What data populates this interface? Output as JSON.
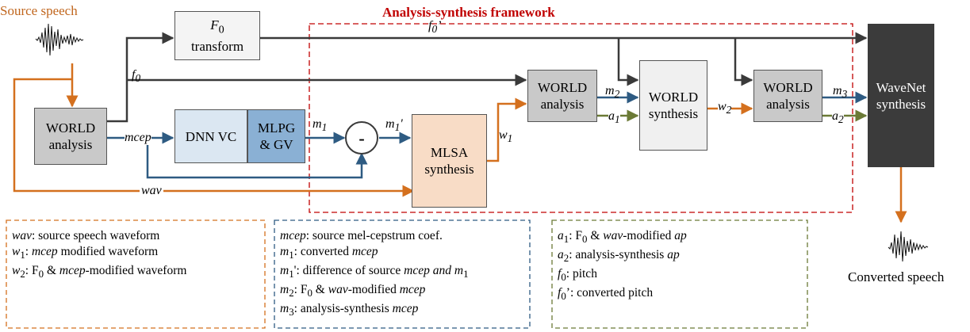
{
  "source_title": "Source speech",
  "converted_title": "Converted speech",
  "framework_title": "Analysis-synthesis framework",
  "boxes": {
    "f0_transform": {
      "line1": "F",
      "sub": "0",
      "line2": "transform"
    },
    "world_analysis_left": {
      "line1": "WORLD",
      "line2": "analysis"
    },
    "dnn_vc": "DNN VC",
    "mlpg_gv": {
      "line1": "MLPG",
      "line2": "& GV"
    },
    "minus": "-",
    "mlsa": {
      "line1": "MLSA",
      "line2": "synthesis"
    },
    "world_analysis_mid": {
      "line1": "WORLD",
      "line2": "analysis"
    },
    "world_synthesis": {
      "line1": "WORLD",
      "line2": "synthesis"
    },
    "world_analysis_right": {
      "line1": "WORLD",
      "line2": "analysis"
    },
    "wavenet": {
      "line1": "WaveNet",
      "line2": "synthesis"
    }
  },
  "signals": {
    "f0": "f",
    "f0_sub": "0",
    "f0p": "f",
    "f0p_sub": "0",
    "f0p_tail": "’",
    "mcep": "mcep",
    "m1": "m",
    "m1_sub": "1",
    "m1p": "m",
    "m1p_sub": "1",
    "m1p_tail": "'",
    "w1": "w",
    "w1_sub": "1",
    "m2": "m",
    "m2_sub": "2",
    "a1": "a",
    "a1_sub": "1",
    "w2": "w",
    "w2_sub": "2",
    "m3": "m",
    "m3_sub": "3",
    "a2": "a",
    "a2_sub": "2",
    "wav": "wav"
  },
  "legend1": [
    {
      "sym": "wav",
      "sub": "",
      "text": ": source speech waveform"
    },
    {
      "sym": "w",
      "sub": "1",
      "text": ": ",
      "it2": "mcep",
      "text2": " modified waveform"
    },
    {
      "sym": "w",
      "sub": "2",
      "text": ": F",
      "sub2": "0",
      "text3": " & ",
      "it2": "mcep",
      "text2": "-modified waveform"
    }
  ],
  "legend2": [
    {
      "sym": "mcep",
      "sub": "",
      "text": ": source mel-cepstrum coef."
    },
    {
      "sym": "m",
      "sub": "1",
      "text": ": converted ",
      "it2": "mcep"
    },
    {
      "sym": "m",
      "sub": "1",
      "tail": "'",
      "text": ": difference of source ",
      "it2": "mcep and m",
      "sub2": "1"
    },
    {
      "sym": "m",
      "sub": "2",
      "text": ": F",
      "sub3": "0",
      "text3": " & ",
      "it3": "wav",
      "text4": "-modified ",
      "it2": "mcep"
    },
    {
      "sym": "m",
      "sub": "3",
      "text": ": analysis-synthesis ",
      "it2": "mcep"
    }
  ],
  "legend3": [
    {
      "sym": "a",
      "sub": "1",
      "text": ": F",
      "sub3": "0",
      "text3": " & ",
      "it3": "wav",
      "text4": "-modified ",
      "it2": "ap"
    },
    {
      "sym": "a",
      "sub": "2",
      "text": ": analysis-synthesis ",
      "it2": "ap"
    },
    {
      "sym": "f",
      "sub": "0",
      "text": ": pitch"
    },
    {
      "sym": "f",
      "sub": "0",
      "tail": "’",
      "text": ": converted pitch"
    }
  ],
  "colors": {
    "dark": "#3a3a3a",
    "blue": "#2e5b82",
    "orange": "#d4701e",
    "green": "#6b7a36",
    "red": "#c00000"
  }
}
